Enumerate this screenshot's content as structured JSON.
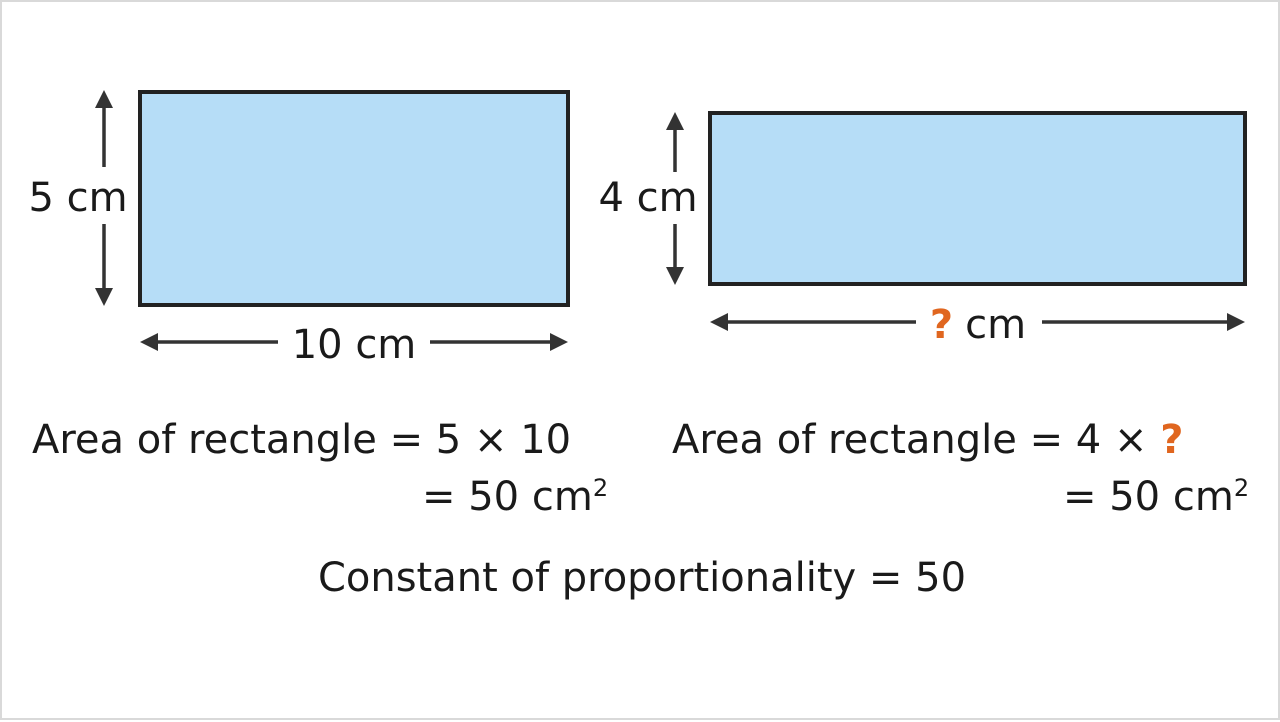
{
  "left_rect": {
    "height_label": "5 cm",
    "width_label": "10 cm",
    "area_line1": "Area of rectangle = 5 × 10",
    "area_line2": "= 50 cm",
    "area_unit_power": "2"
  },
  "right_rect": {
    "height_label": "4 cm",
    "width_unknown": "?",
    "width_unit": "cm",
    "area_line1_prefix": "Area of rectangle = 4 ×",
    "area_line1_unknown": "?",
    "area_line2": "= 50 cm",
    "area_unit_power": "2"
  },
  "constant_line": "Constant of proportionality = 50",
  "colors": {
    "rect_fill": "#b6ddf7",
    "unknown_highlight": "#e0661f"
  }
}
